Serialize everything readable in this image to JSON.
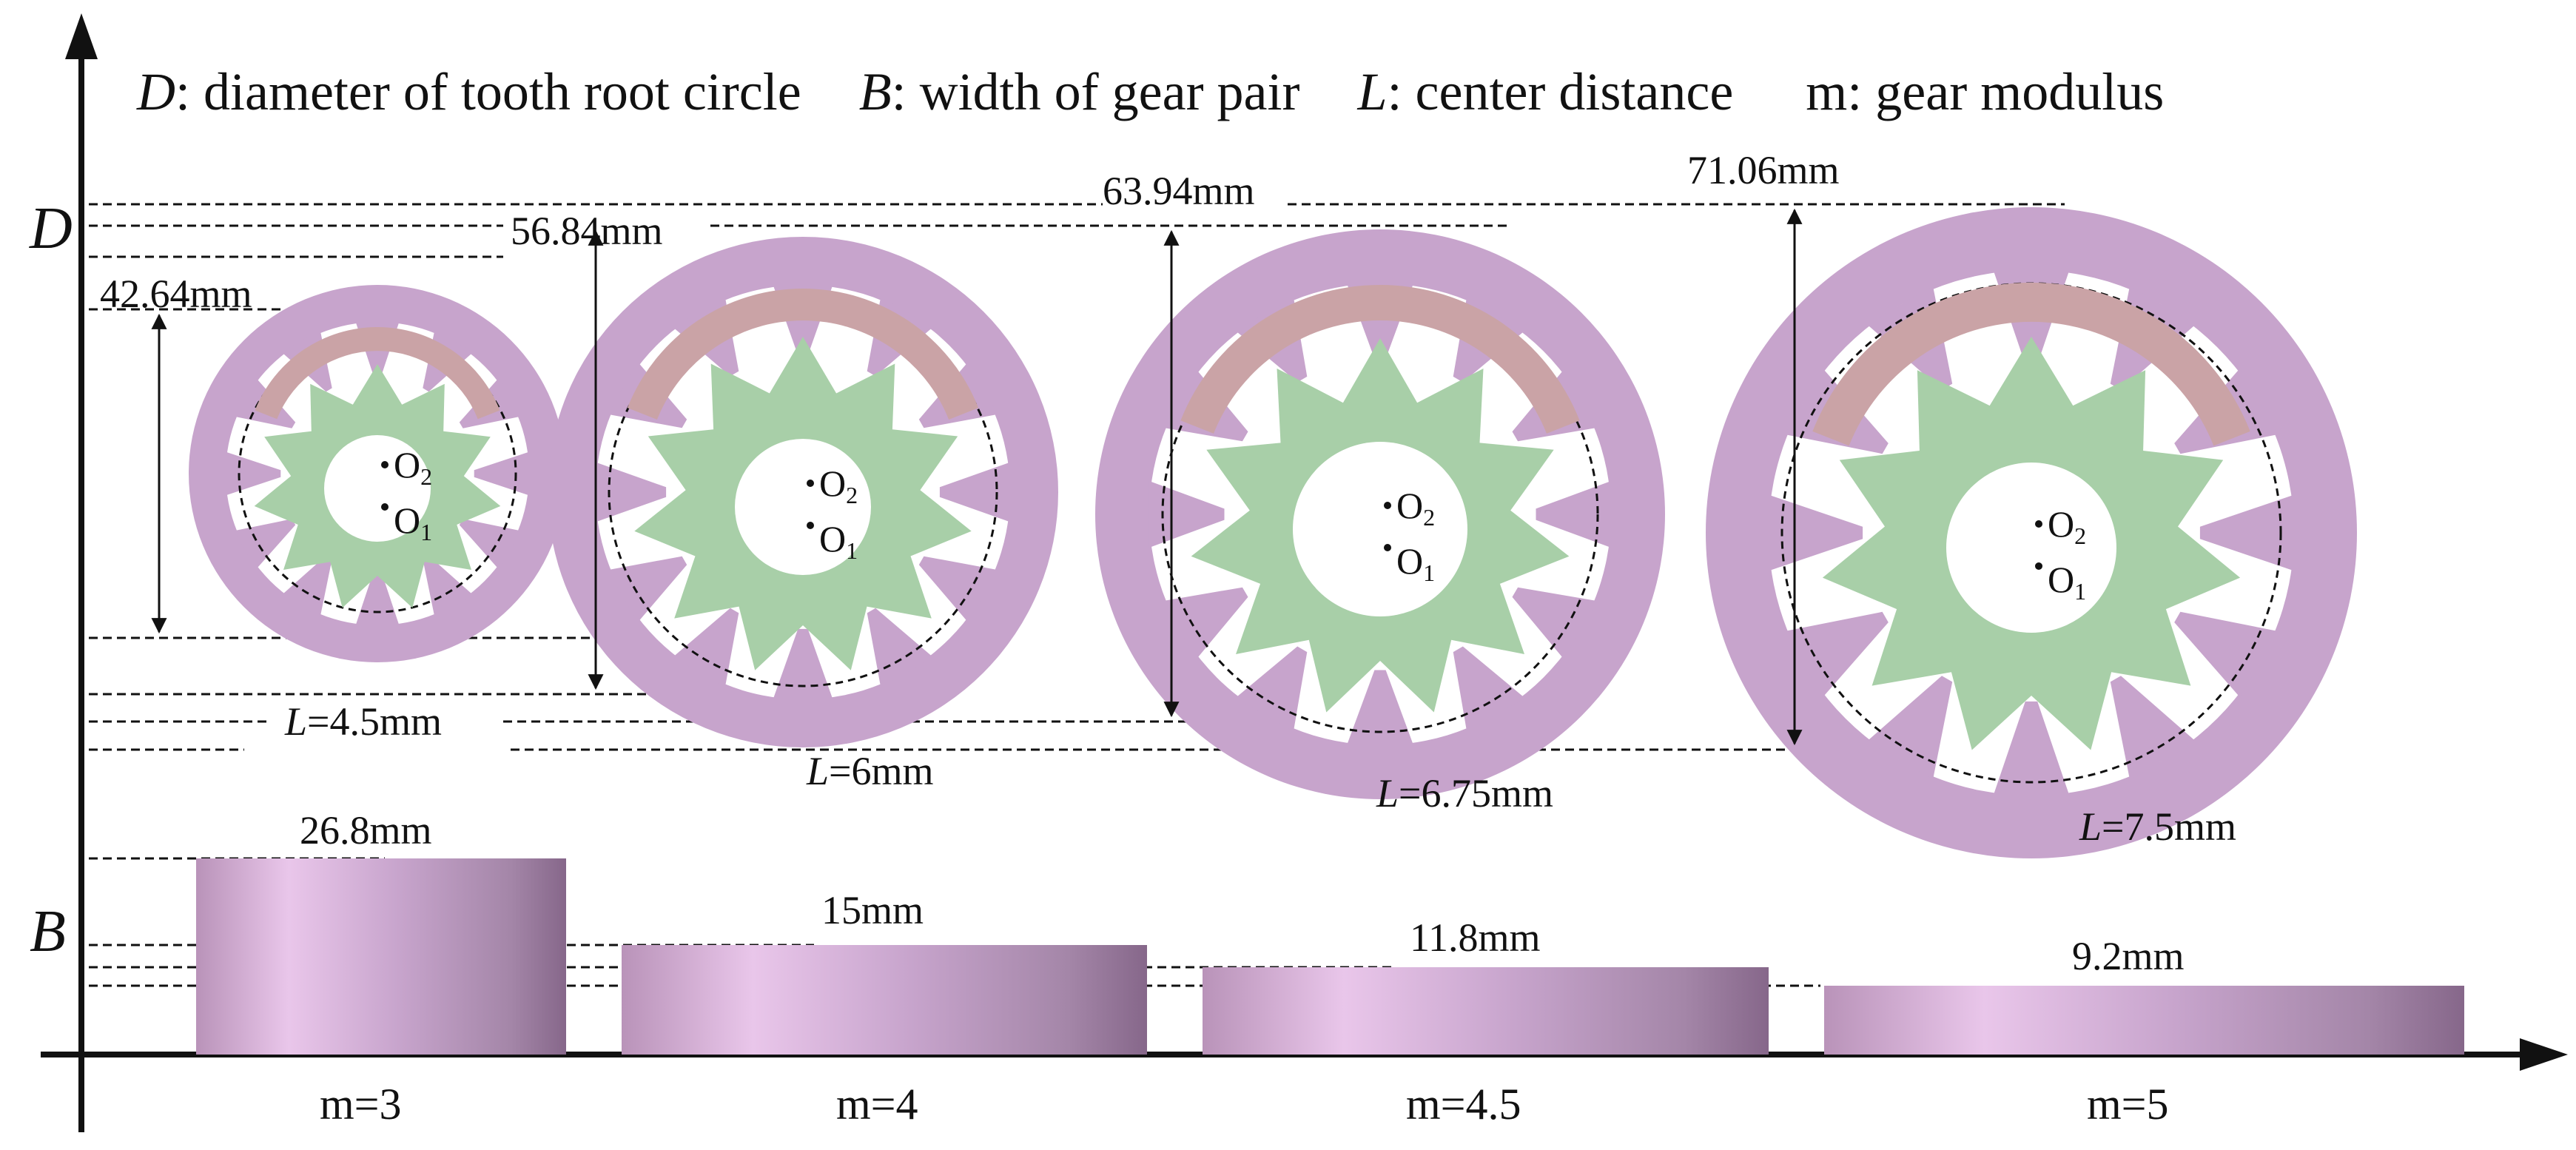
{
  "legend": {
    "D_symbol": "D",
    "D_text": ": diameter of tooth root circle",
    "B_symbol": "B",
    "B_text": ": width of gear pair",
    "L_symbol": "L",
    "L_text": ": center distance",
    "m_text": "m: gear modulus"
  },
  "axes": {
    "y_upper_label": "D",
    "y_lower_label": "B"
  },
  "gears": [
    {
      "modulus_label": "m=3",
      "diameter_label": "42.64mm",
      "L_value": "=4.5mm",
      "width_label": "26.8mm",
      "center_o2": "O",
      "center_o1": "O",
      "sub2": "2",
      "sub1": "1",
      "L_symbol": "L"
    },
    {
      "modulus_label": "m=4",
      "diameter_label": "56.84mm",
      "L_value": "=6mm",
      "width_label": "15mm",
      "center_o2": "O",
      "center_o1": "O",
      "sub2": "2",
      "sub1": "1",
      "L_symbol": "L"
    },
    {
      "modulus_label": "m=4.5",
      "diameter_label": "63.94mm",
      "L_value": "=6.75mm",
      "width_label": "11.8mm",
      "center_o2": "O",
      "center_o1": "O",
      "sub2": "2",
      "sub1": "1",
      "L_symbol": "L"
    },
    {
      "modulus_label": "m=5",
      "diameter_label": "71.06mm",
      "L_value": "=7.5mm",
      "width_label": "9.2mm",
      "center_o2": "O",
      "center_o1": "O",
      "sub2": "2",
      "sub1": "1",
      "L_symbol": "L"
    }
  ],
  "colors": {
    "outer_gear": "#c7a4cc",
    "inner_gear": "#a8cfa8",
    "crescent": "#caa3a6",
    "slab_light": "#e9c6ea",
    "slab_dark": "#8f6d8f",
    "line": "#111111"
  }
}
